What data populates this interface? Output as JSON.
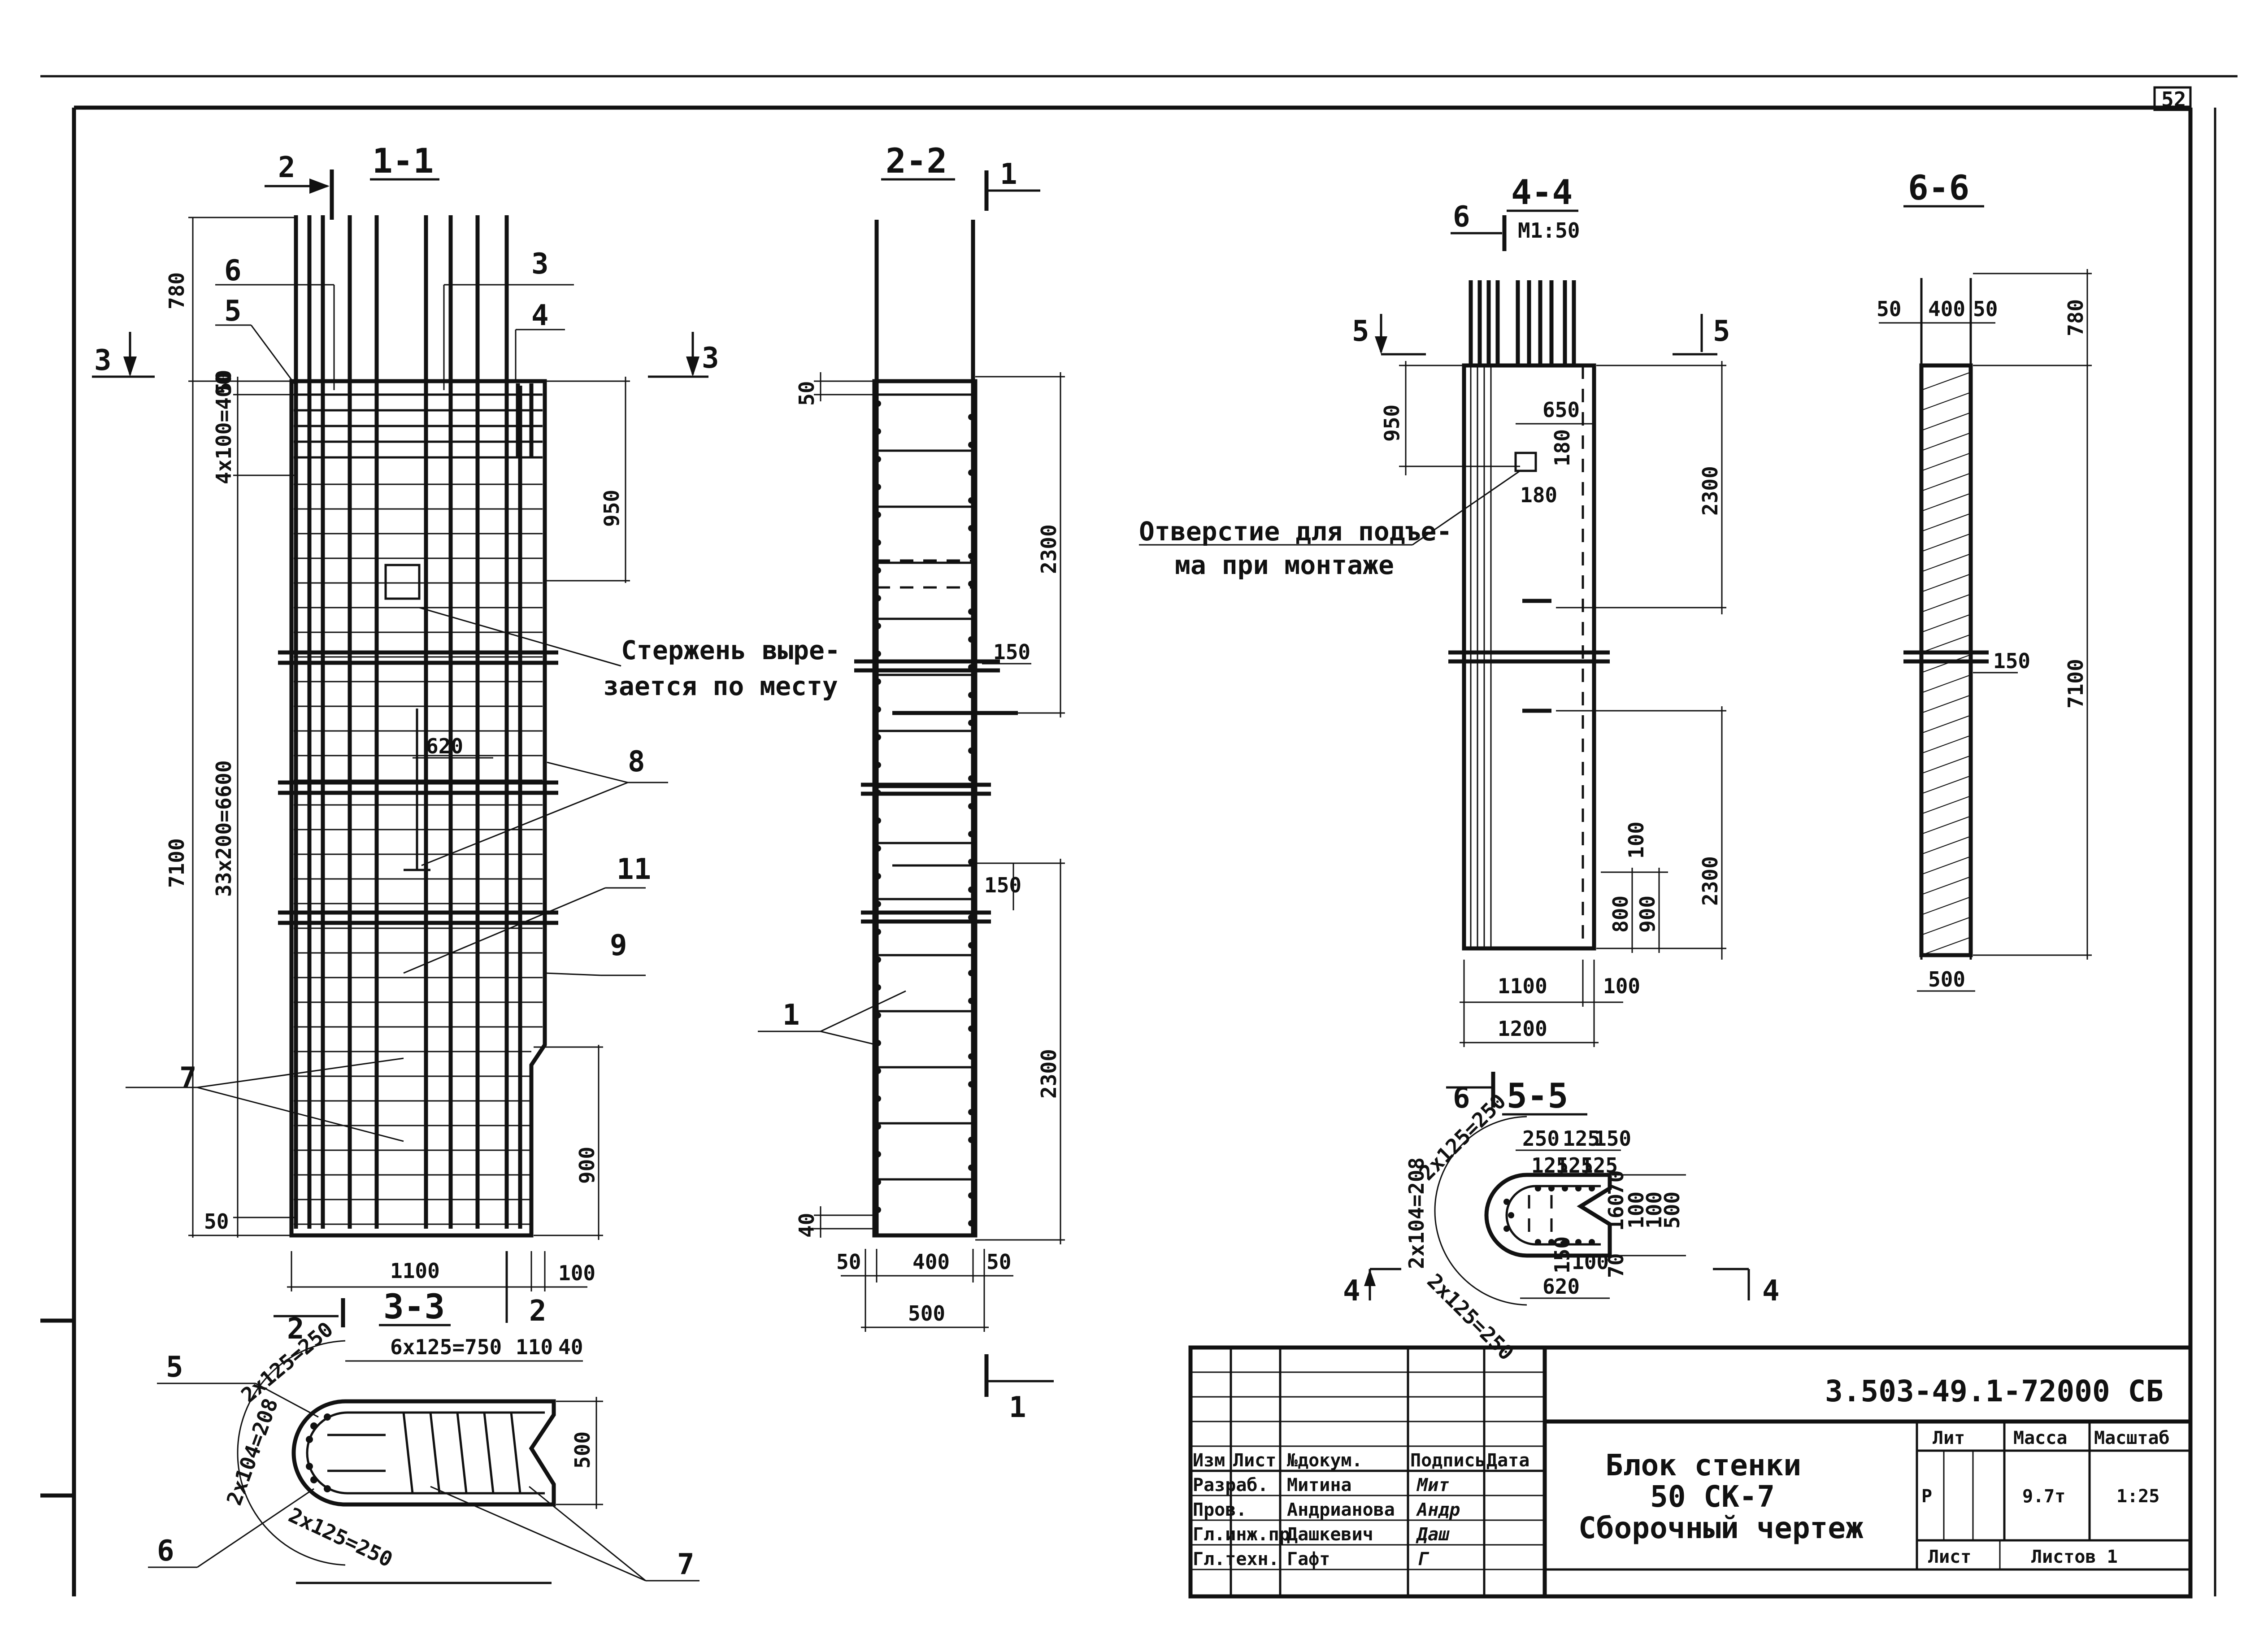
{
  "sheet": {
    "page_number": "52",
    "scale_label": "M1:50"
  },
  "sections": {
    "s11": "1-1",
    "s22": "2-2",
    "s33": "3-3",
    "s44": "4-4",
    "s55": "5-5",
    "s66": "6-6"
  },
  "cut_marks": [
    "1",
    "2",
    "3",
    "4",
    "5",
    "6"
  ],
  "view_11": {
    "dims": [
      "780",
      "50",
      "4x100=400",
      "950",
      "33x200=6600",
      "7100",
      "900",
      "50",
      "1100",
      "100",
      "620"
    ],
    "callouts": [
      "2",
      "6",
      "5",
      "3",
      "4",
      "8",
      "11",
      "9",
      "7"
    ],
    "note_line1": "Стержень выре-",
    "note_line2": "зается по месту"
  },
  "view_22": {
    "dims": [
      "50",
      "2300",
      "150",
      "150",
      "2300",
      "40",
      "50",
      "400",
      "50",
      "500"
    ],
    "callouts": [
      "1"
    ]
  },
  "view_44": {
    "dims": [
      "950",
      "650",
      "180",
      "180",
      "2300",
      "100",
      "800",
      "900",
      "2300",
      "1100",
      "100",
      "1200"
    ],
    "note_line1": "Отверстие для подъе-",
    "note_line2": "ма при монтаже"
  },
  "view_66": {
    "dims": [
      "50",
      "400",
      "50",
      "780",
      "150",
      "7100",
      "500"
    ]
  },
  "view_55": {
    "dims": [
      "2x125=250",
      "250",
      "125",
      "150",
      "125",
      "125",
      "125",
      "2x104=208",
      "70",
      "160",
      "100",
      "100",
      "500",
      "70",
      "150",
      "100",
      "620",
      "2x125=250"
    ]
  },
  "view_33": {
    "dims": [
      "2x125=250",
      "6x125=750",
      "110",
      "40",
      "500",
      "2x104=208",
      "2x125=250"
    ],
    "callouts": [
      "5",
      "6",
      "7"
    ]
  },
  "title_block": {
    "doc_code": "3.503-49.1-72000 СБ",
    "title_line1": "Блок стенки",
    "title_line2": "50 СК-7",
    "title_line3": "Сборочный чертеж",
    "headers": [
      "Изм",
      "Лист",
      "№докум.",
      "Подпись",
      "Дата"
    ],
    "staff": [
      {
        "role": "Разраб.",
        "name": "Митина",
        "sign": "Мит"
      },
      {
        "role": "Пров.",
        "name": "Андрианова",
        "sign": "Андр"
      },
      {
        "role": "Гл.инж.пр",
        "name": "Дашкевич",
        "sign": "Даш"
      },
      {
        "role": "Гл.техн.",
        "name": "Гафт",
        "sign": "Г"
      }
    ],
    "lit_header": "Лит",
    "mass_header": "Масса",
    "scale_header": "Масштаб",
    "lit_value": "Р",
    "mass_value": "9.7т",
    "scale_value": "1:25",
    "sheet_label": "Лист",
    "sheets_label": "Листов 1"
  }
}
